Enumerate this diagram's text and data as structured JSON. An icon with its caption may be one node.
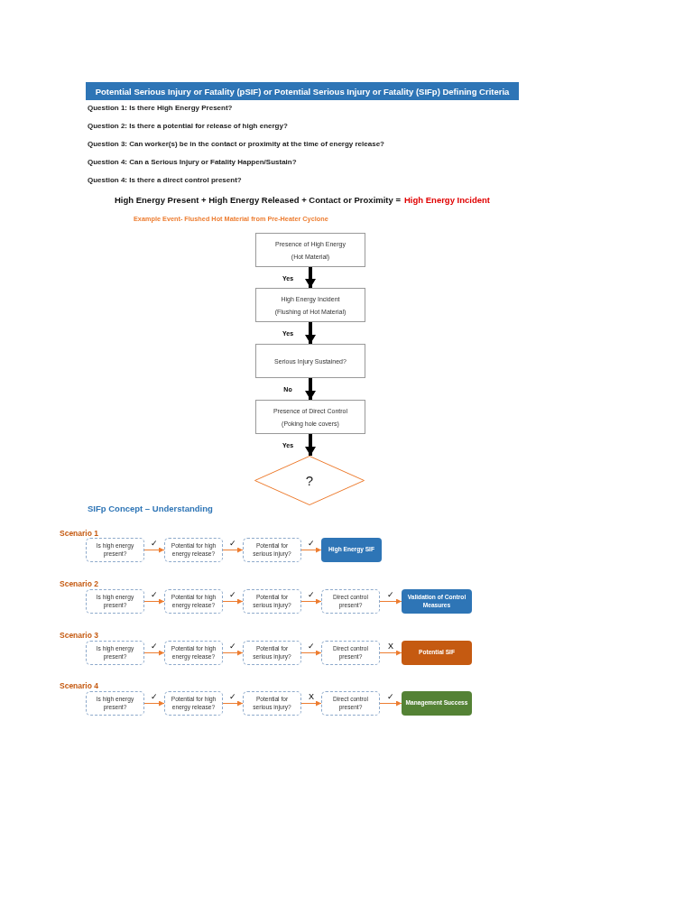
{
  "diagram": {
    "title": "Potential Serious Injury or Fatality (pSIF) or Potential Serious Injury or Fatality (SIFp) Defining Criteria",
    "nodes": [
      {
        "text": [
          "Presence of High Energy",
          "(Hot Material)"
        ]
      },
      {
        "text": [
          "High Energy Incident",
          "(Flushing of Hot Material)"
        ]
      },
      {
        "text": [
          "Serious Injury Sustained?"
        ]
      },
      {
        "text": [
          "Presence of Direct Control",
          "(Poking hole covers)"
        ]
      },
      {
        "text": [
          "?"
        ]
      },
      {
        "text": [
          "Is high energy present?"
        ]
      },
      {
        "text": [
          "Potential for high energy release?"
        ]
      },
      {
        "text": [
          "Potential for serious injury?"
        ]
      },
      {
        "text": [
          "High Energy SIF"
        ]
      },
      {
        "text": [
          "Is high energy present?"
        ]
      },
      {
        "text": [
          "Potential for high energy release?"
        ]
      },
      {
        "text": [
          "Potential for serious injury?"
        ]
      },
      {
        "text": [
          "Direct control present?"
        ]
      },
      {
        "text": [
          "Validation of Control Measures"
        ]
      },
      {
        "text": [
          "Is high energy present?"
        ]
      },
      {
        "text": [
          "Potential for high energy release?"
        ]
      },
      {
        "text": [
          "Potential for serious injury?"
        ]
      },
      {
        "text": [
          "Direct control present?"
        ]
      },
      {
        "text": [
          "Potential SIF"
        ]
      },
      {
        "text": [
          "Is high energy present?"
        ]
      },
      {
        "text": [
          "Potential for high energy release?"
        ]
      },
      {
        "text": [
          "Potential for serious injury?"
        ]
      },
      {
        "text": [
          "Direct control present?"
        ]
      },
      {
        "text": [
          "Management Success"
        ]
      }
    ],
    "edges": [
      {
        "from": 0,
        "to": 1,
        "arrow": "to",
        "label": "Yes",
        "style": "thick",
        "color": "#000000"
      },
      {
        "from": 1,
        "to": 2,
        "arrow": "to",
        "label": "Yes",
        "style": "thick",
        "color": "#000000"
      },
      {
        "from": 2,
        "to": 3,
        "arrow": "to",
        "label": "No",
        "style": "thick",
        "color": "#000000"
      },
      {
        "from": 3,
        "to": 4,
        "arrow": "to",
        "label": "Yes",
        "style": "thick",
        "color": "#000000"
      },
      {
        "from": 5,
        "to": 6,
        "arrow": "to",
        "label": "✓"
      },
      {
        "from": 6,
        "to": 7,
        "arrow": "to",
        "label": "✓"
      },
      {
        "from": 7,
        "to": 8,
        "arrow": "to",
        "label": "✓"
      },
      {
        "from": 9,
        "to": 10,
        "arrow": "to",
        "label": "✓"
      },
      {
        "from": 10,
        "to": 11,
        "arrow": "to",
        "label": "✓"
      },
      {
        "from": 11,
        "to": 12,
        "arrow": "to",
        "label": "✓"
      },
      {
        "from": 12,
        "to": 13,
        "arrow": "to",
        "label": "✓"
      },
      {
        "from": 14,
        "to": 15,
        "arrow": "to",
        "label": "✓"
      },
      {
        "from": 15,
        "to": 16,
        "arrow": "to",
        "label": "✓"
      },
      {
        "from": 16,
        "to": 17,
        "arrow": "to",
        "label": "✓"
      },
      {
        "from": 17,
        "to": 18,
        "arrow": "to",
        "label": "X"
      },
      {
        "from": 19,
        "to": 20,
        "arrow": "to",
        "label": "✓"
      },
      {
        "from": 20,
        "to": 21,
        "arrow": "to",
        "label": "✓"
      },
      {
        "from": 21,
        "to": 22,
        "arrow": "to",
        "label": "X"
      },
      {
        "from": 22,
        "to": 23,
        "arrow": "to",
        "label": "✓"
      }
    ],
    "labels": [
      "Question 1: Is there High Energy Present?",
      "Question 2: Is there a potential for release of high energy?",
      "Question 3: Can worker(s) be in the contact or proximity at the time of energy release?",
      "Question 4: Can a Serious Injury or Fatality Happen/Sustain?",
      "Question 4: Is there a direct control present?",
      "High Energy Present + High Energy Released + Contact or Proximity =",
      "High Energy Incident",
      "Example Event- Flushed Hot Material from Pre-Heater Cyclone",
      "SIFp Concept – Understanding",
      "Scenario 1",
      "Scenario 2",
      "Scenario 3",
      "Scenario 4"
    ]
  }
}
